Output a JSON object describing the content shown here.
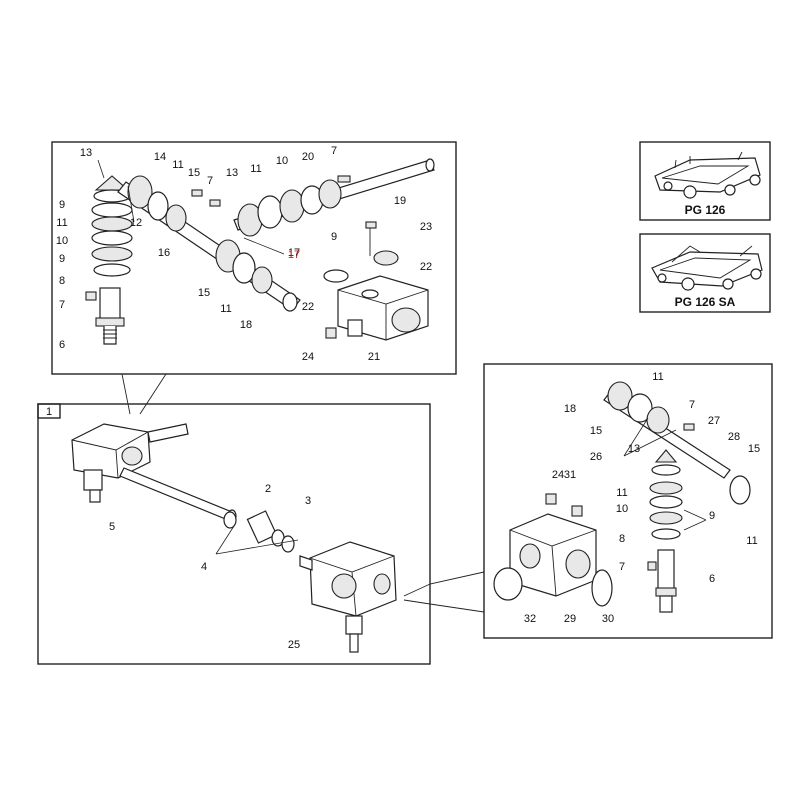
{
  "colors": {
    "line": "#222222",
    "highlight": "#d21f1f",
    "background": "#ffffff"
  },
  "thumbnails": [
    {
      "caption": "PG 126"
    },
    {
      "caption": "PG 126 SA"
    }
  ],
  "main_panel": {
    "number": "1"
  },
  "callouts": {
    "top": [
      "13",
      "14",
      "11",
      "15",
      "7",
      "13",
      "11",
      "10",
      "20",
      "7",
      "9",
      "11",
      "12",
      "10",
      "9",
      "8",
      "7",
      "6",
      "16",
      "17",
      "15",
      "11",
      "18",
      "23",
      "22",
      "19",
      "9",
      "22",
      "24",
      "21"
    ],
    "main": [
      "2",
      "3",
      "5",
      "4",
      "25"
    ],
    "right": [
      "11",
      "18",
      "15",
      "7",
      "27",
      "26",
      "13",
      "28",
      "15",
      "24",
      "31",
      "11",
      "10",
      "9",
      "8",
      "7",
      "6",
      "11",
      "32",
      "29",
      "30"
    ]
  },
  "highlighted_part": "17"
}
